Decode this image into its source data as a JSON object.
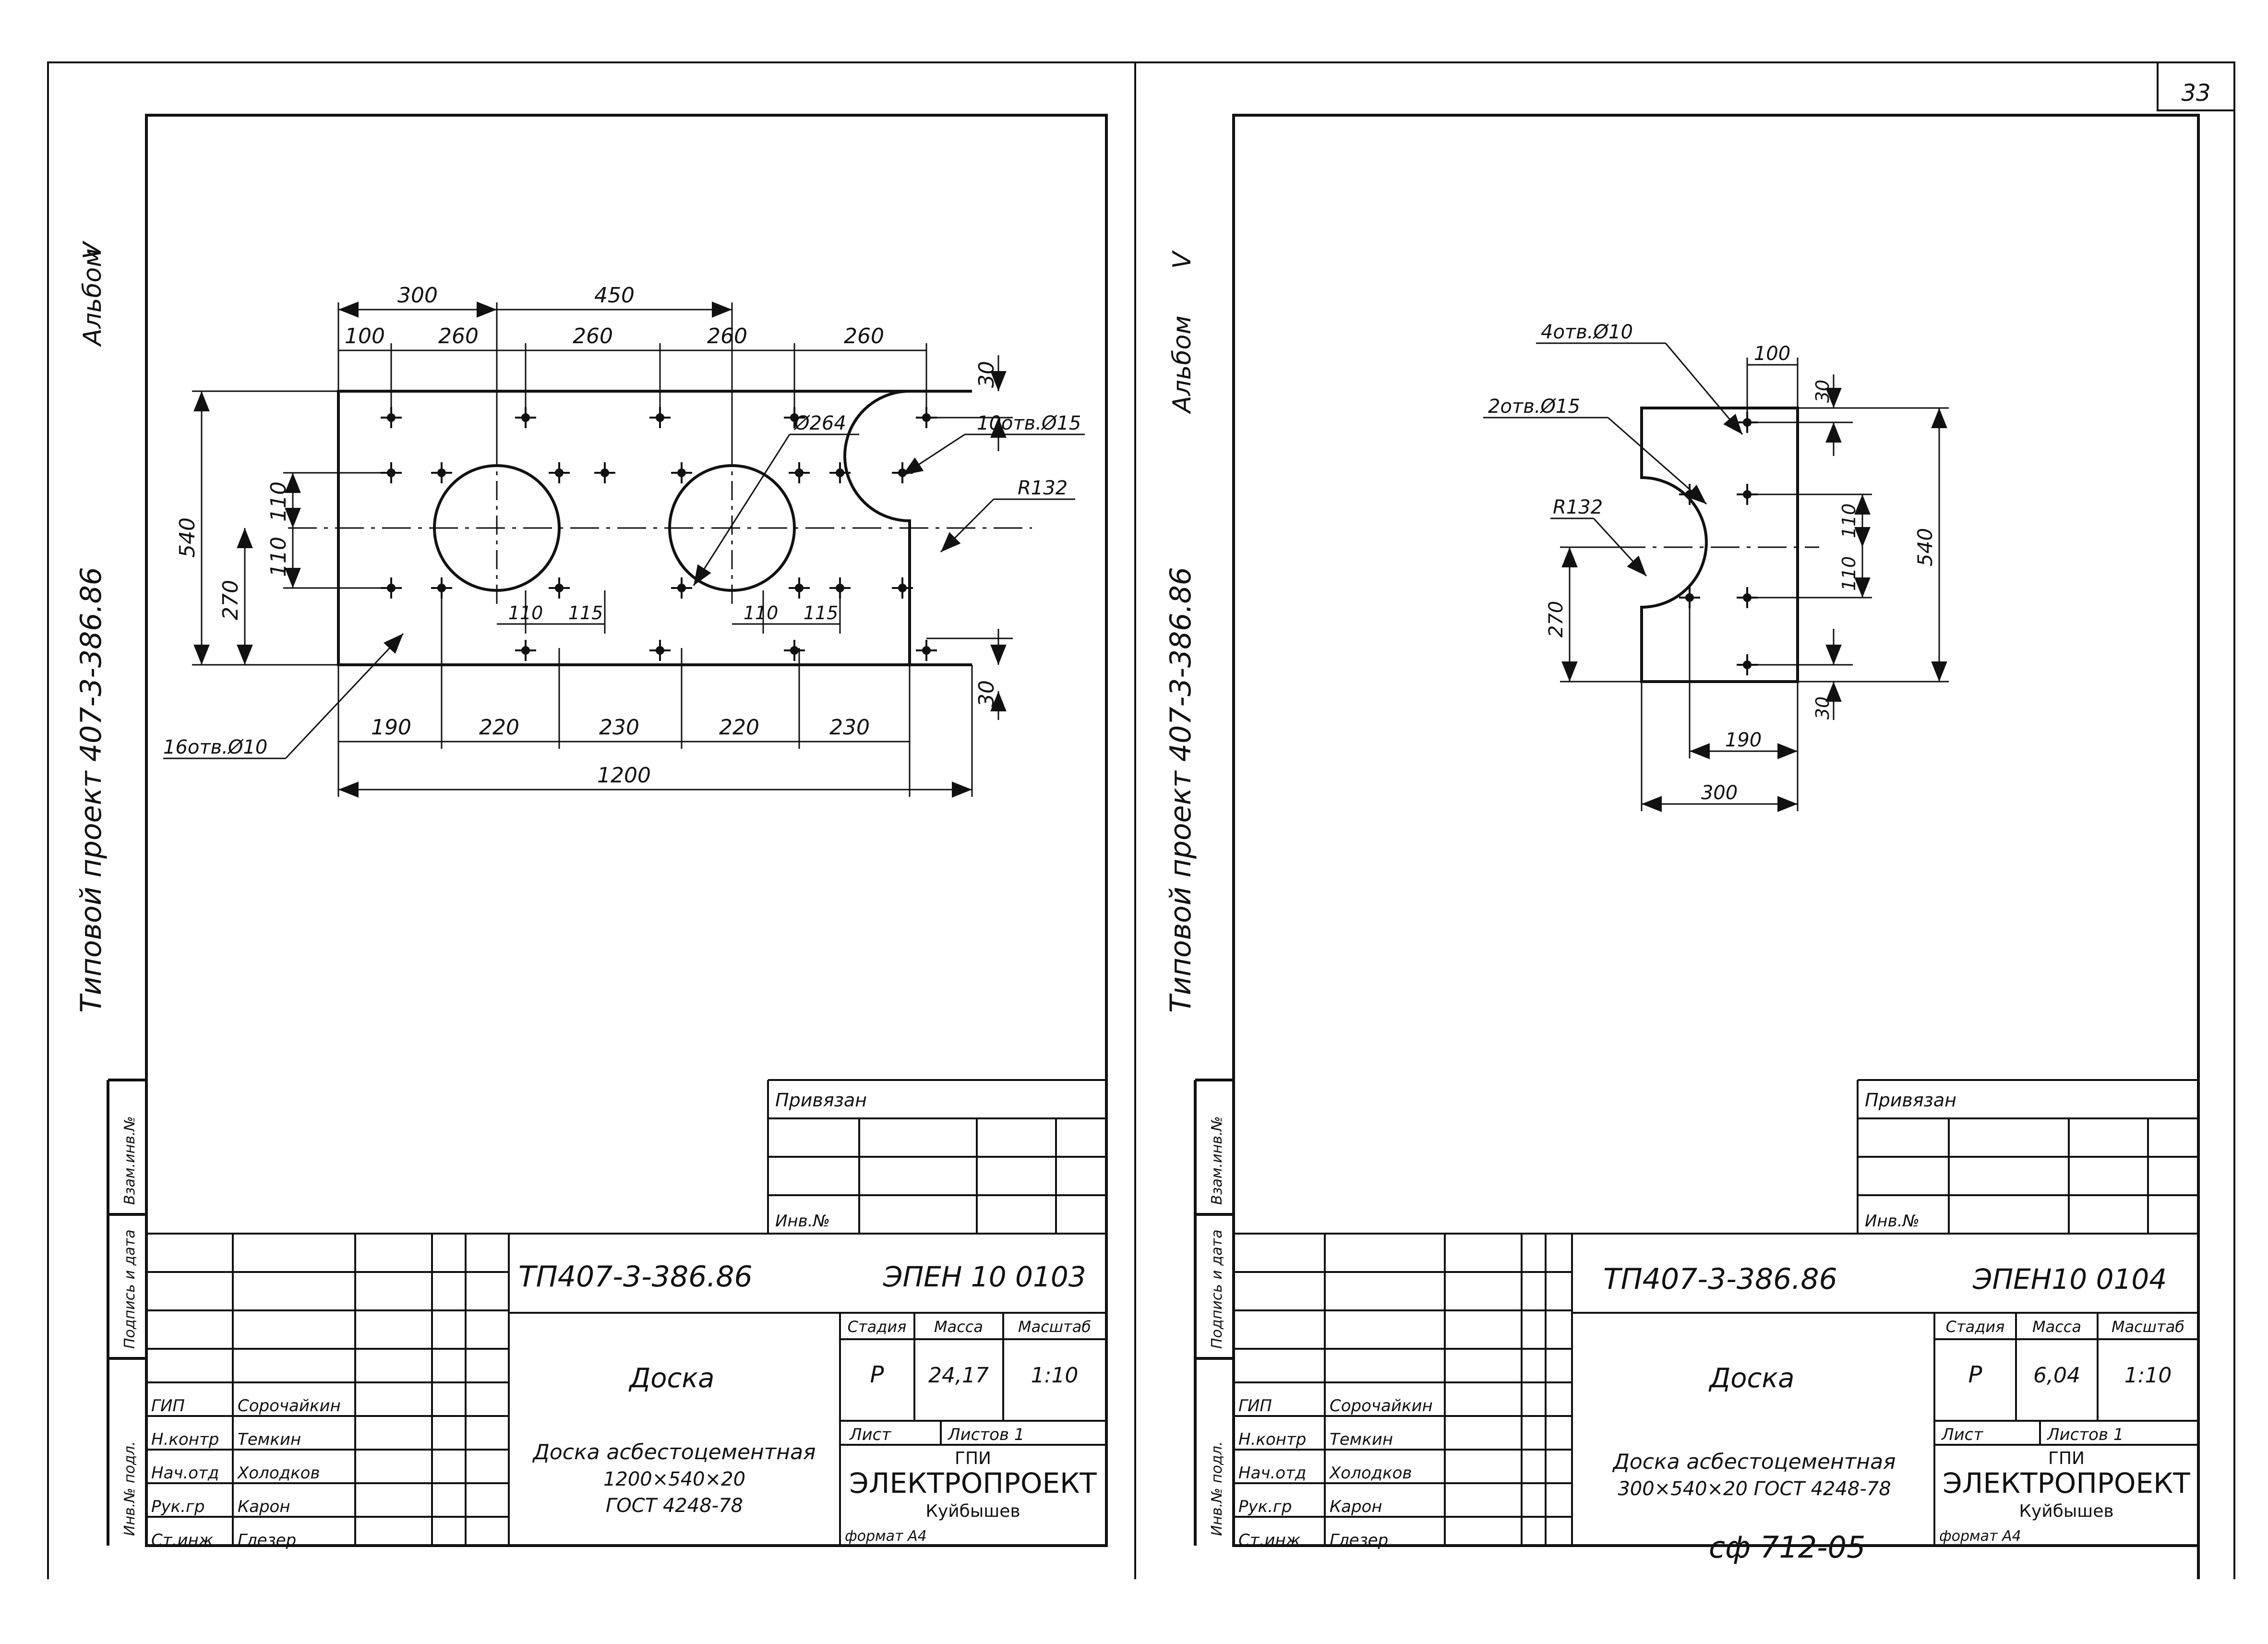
{
  "page_number": "33",
  "bottom_code": "сф 712-05",
  "left_sheet": {
    "side_album": "Альбом",
    "side_album_num": "V",
    "side_project": "Типовой проект 407-3-386.86",
    "side_boxes": [
      "Взам.инв.№",
      "Подпись и дата",
      "Инв.№ подл."
    ],
    "dims_top_row1": [
      "300",
      "450"
    ],
    "dims_top_row2": [
      "100",
      "260",
      "260",
      "260",
      "260"
    ],
    "dims_bottom": [
      "190",
      "220",
      "230",
      "220",
      "230"
    ],
    "dim_total": "1200",
    "dim_height": "540",
    "dim_270": "270",
    "dim_110a": "110",
    "dim_110b": "110",
    "dim_30_top": "30",
    "dim_30_bot": "30",
    "dims_inner": [
      "110",
      "115",
      "110",
      "115"
    ],
    "label_hole_dia": "Ø264",
    "label_holes15": "10отв.Ø15",
    "label_holes10": "16отв.Ø10",
    "label_radius": "R132",
    "privyazan": "Привязан",
    "inv_no": "Инв.№",
    "doc_no": "ТП407-3-386.86",
    "doc_code": "ЭПЕН 10 0103",
    "title": "Доска",
    "hdr_stadiya": "Стадия",
    "hdr_massa": "Масса",
    "hdr_masshtab": "Масштаб",
    "stadiya": "Р",
    "massa": "24,17",
    "masshtab": "1:10",
    "list": "Лист",
    "listov": "Листов 1",
    "org1": "ГПИ",
    "org2": "ЭЛЕКТРОПРОЕКТ",
    "org3": "Куйбышев",
    "desc1": "Доска асбестоцементная",
    "desc2": "1200×540×20",
    "desc3": "ГОСТ 4248-78",
    "format": "формат А4",
    "staff": [
      {
        "role": "ГИП",
        "name": "Сорочайкин"
      },
      {
        "role": "Н.контр",
        "name": "Темкин"
      },
      {
        "role": "Нач.отд",
        "name": "Холодков"
      },
      {
        "role": "Рук.гр",
        "name": "Карон"
      },
      {
        "role": "Ст.инж",
        "name": "Глезер"
      }
    ]
  },
  "right_sheet": {
    "side_album": "Альбом",
    "side_album_num": "V",
    "side_project": "Типовой проект 407-3-386.86",
    "side_boxes": [
      "Взам.инв.№",
      "Подпись и дата",
      "Инв.№ подл."
    ],
    "label_holes10": "4отв.Ø10",
    "label_holes15": "2отв.Ø15",
    "label_radius": "R132",
    "dim_100": "100",
    "dim_30_top": "30",
    "dim_30_bot": "30",
    "dim_110a": "110",
    "dim_110b": "110",
    "dim_540": "540",
    "dim_270": "270",
    "dim_190": "190",
    "dim_300": "300",
    "privyazan": "Привязан",
    "inv_no": "Инв.№",
    "doc_no": "ТП407-3-386.86",
    "doc_code": "ЭПЕН10 0104",
    "title": "Доска",
    "hdr_stadiya": "Стадия",
    "hdr_massa": "Масса",
    "hdr_masshtab": "Масштаб",
    "stadiya": "Р",
    "massa": "6,04",
    "masshtab": "1:10",
    "list": "Лист",
    "listov": "Листов 1",
    "org1": "ГПИ",
    "org2": "ЭЛЕКТРОПРОЕКТ",
    "org3": "Куйбышев",
    "desc1": "Доска асбестоцементная",
    "desc2": "300×540×20 ГОСТ 4248-78",
    "format": "формат А4",
    "staff": [
      {
        "role": "ГИП",
        "name": "Сорочайкин"
      },
      {
        "role": "Н.контр",
        "name": "Темкин"
      },
      {
        "role": "Нач.отд",
        "name": "Холодков"
      },
      {
        "role": "Рук.гр",
        "name": "Карон"
      },
      {
        "role": "Ст.инж",
        "name": "Глезер"
      }
    ]
  }
}
